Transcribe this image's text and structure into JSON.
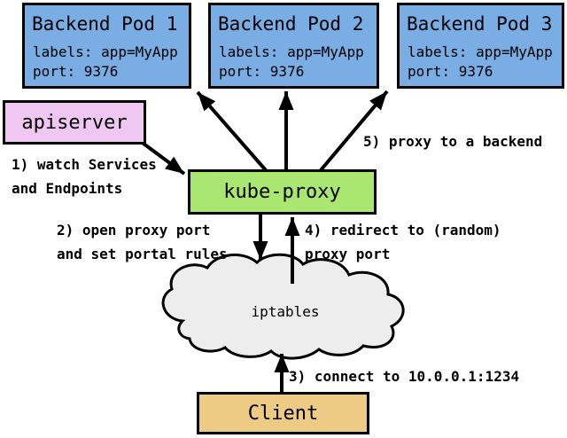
{
  "colors": {
    "canvas_bg": "#ffffff",
    "pod_fill": "#79ade4",
    "apiserver_fill": "#f0c7f3",
    "kube_proxy_fill": "#a9e772",
    "cloud_fill": "#ededed",
    "client_fill": "#eecb84",
    "stroke": "#000000"
  },
  "nodes": {
    "pods": [
      {
        "title": "Backend Pod 1",
        "labels_line": "labels: app=MyApp",
        "port_line": "port: 9376"
      },
      {
        "title": "Backend Pod 2",
        "labels_line": "labels: app=MyApp",
        "port_line": "port: 9376"
      },
      {
        "title": "Backend Pod 3",
        "labels_line": "labels: app=MyApp",
        "port_line": "port: 9376"
      }
    ],
    "apiserver": {
      "label": "apiserver"
    },
    "kube_proxy": {
      "label": "kube-proxy"
    },
    "iptables": {
      "label": "iptables"
    },
    "client": {
      "label": "Client"
    }
  },
  "annotations": {
    "step1": {
      "line1": "1) watch Services",
      "line2": "and Endpoints"
    },
    "step2": {
      "line1": "2) open proxy port",
      "line2": "and set portal rules"
    },
    "step3": {
      "line1": "3) connect to 10.0.0.1:1234"
    },
    "step4": {
      "line1": "4) redirect to (random)",
      "line2": "proxy port"
    },
    "step5": {
      "line1": "5) proxy to a backend"
    }
  }
}
